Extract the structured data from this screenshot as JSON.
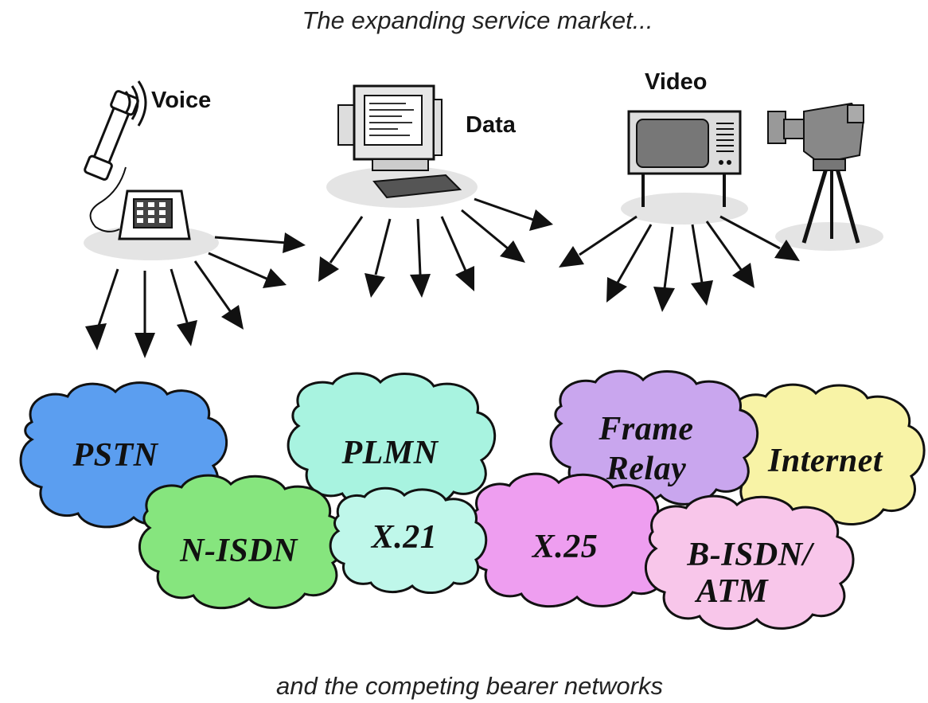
{
  "captions": {
    "top": "The expanding service market...",
    "bottom": "and the competing bearer networks"
  },
  "services": {
    "voice": {
      "label": "Voice",
      "icon": "telephone-icon"
    },
    "data": {
      "label": "Data",
      "icon": "computer-icon"
    },
    "video": {
      "label": "Video",
      "icon": "television-icon",
      "icon2": "video-camera-icon"
    }
  },
  "networks": {
    "pstn": {
      "label": "PSTN",
      "color": "#5b9ef0"
    },
    "plmn": {
      "label": "PLMN",
      "color": "#a8f3e0"
    },
    "frame_relay": {
      "line1": "Frame",
      "line2": "Relay",
      "color": "#c9a6ee"
    },
    "internet": {
      "label": "Internet",
      "color": "#f8f3a6"
    },
    "n_isdn": {
      "label": "N-ISDN",
      "color": "#86e57e"
    },
    "x21": {
      "label": "X.21",
      "color": "#bff7ea"
    },
    "x25": {
      "label": "X.25",
      "color": "#ee9ef0"
    },
    "b_isdn": {
      "line1": "B-ISDN/",
      "line2": "ATM",
      "color": "#f8c6ea"
    }
  }
}
